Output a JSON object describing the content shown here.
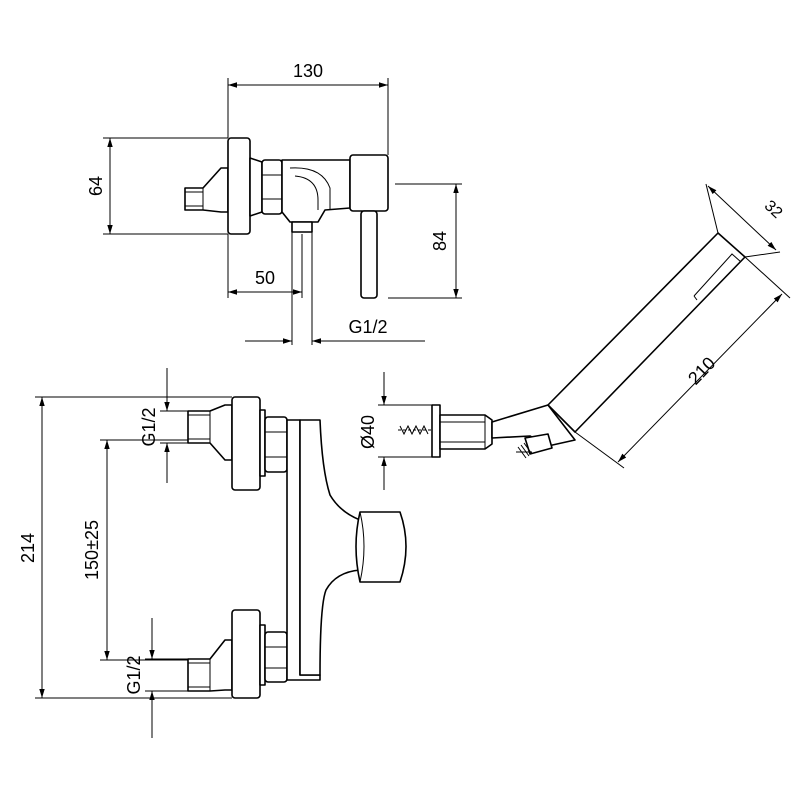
{
  "dimensions": {
    "top_width": "130",
    "top_height": "64",
    "top_offset": "50",
    "top_thread": "G1/2",
    "top_lever": "84",
    "overall_height": "214",
    "inlet_thread_upper": "G1/2",
    "inlet_centers": "150±25",
    "inlet_thread_lower": "G1/2",
    "bracket_diameter": "Ø40",
    "hand_shower_length": "210",
    "hand_shower_width": "32"
  }
}
